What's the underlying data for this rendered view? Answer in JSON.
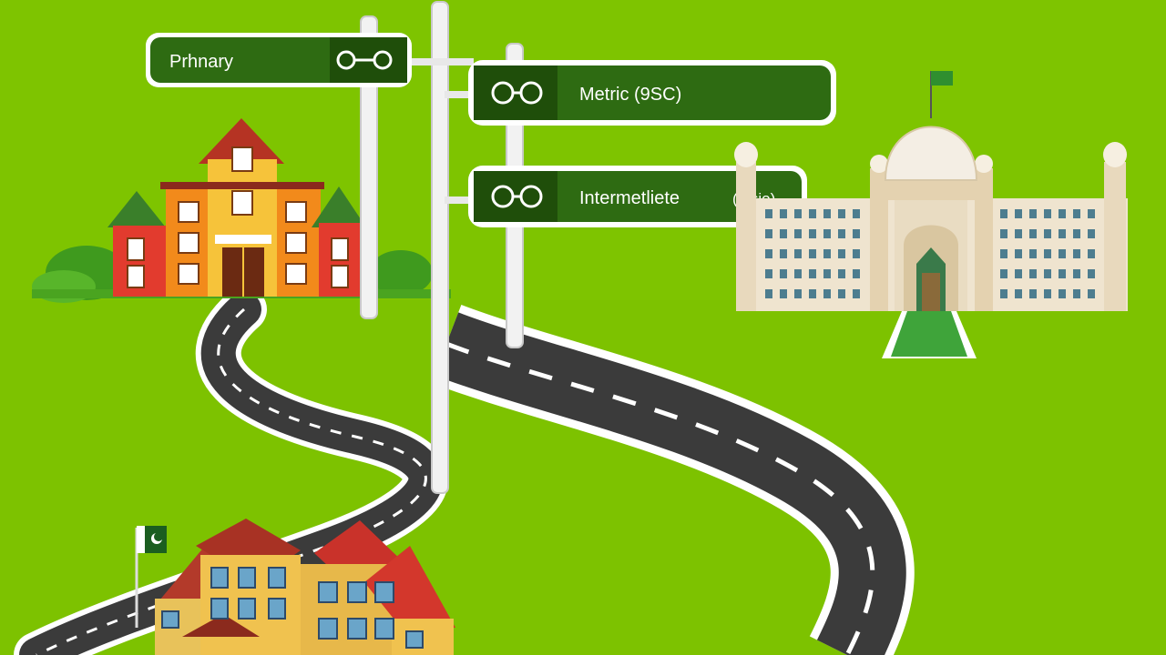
{
  "signs": {
    "primary": {
      "label": "Prhnary",
      "icon": "key-icon"
    },
    "matric": {
      "label": "Metric (9SC)",
      "icon": "glasses-icon"
    },
    "intermediate": {
      "label": "Intermetliete",
      "suffix": "(ntsio)",
      "icon": "glasses-icon"
    }
  },
  "colors": {
    "background": "#7ec400",
    "sign_green": "#2e6b12",
    "sign_dark": "#1f4e0a",
    "road": "#3b3b3b"
  }
}
